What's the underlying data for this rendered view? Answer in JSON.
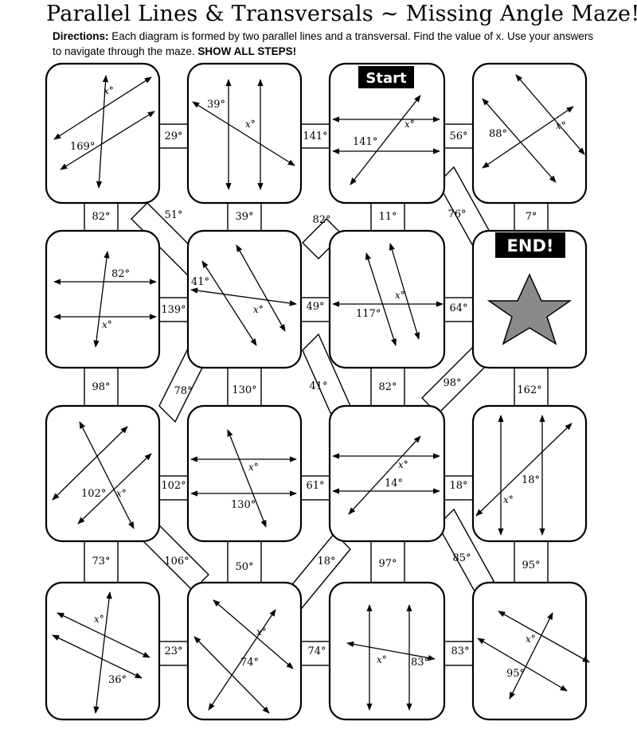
{
  "title": "Parallel Lines & Transversals ~ Missing Angle Maze!",
  "directions_label": "Directions:",
  "directions_text": "Each diagram is formed by two parallel lines and a transversal. Find the value of x. Use your answers to navigate through the maze.",
  "show_steps": "SHOW ALL STEPS!",
  "start_label": "Start",
  "end_label": "END!",
  "x_label": "x°",
  "cells": {
    "r1c1": [
      "169°"
    ],
    "r1c2": [
      "39°"
    ],
    "r1c3": [
      "141°"
    ],
    "r1c4": [
      "88°"
    ],
    "r2c1": [
      "82°"
    ],
    "r2c2": [
      "41°"
    ],
    "r2c3": [
      "117°"
    ],
    "r3c1": [
      "102°"
    ],
    "r3c2": [
      "130°"
    ],
    "r3c3": [
      "14°"
    ],
    "r3c4": [
      "18°"
    ],
    "r4c1": [
      "36°"
    ],
    "r4c2": [
      "74°"
    ],
    "r4c3": [
      "83°"
    ],
    "r4c4": [
      "95°"
    ]
  },
  "connectors": {
    "h_r1": [
      "29°",
      "141°",
      "56°"
    ],
    "v_r12": [
      "82°",
      "39°",
      "11°",
      "7°"
    ],
    "d_r12": [
      "51°",
      "82°",
      "76°"
    ],
    "h_r2": [
      "139°",
      "49°",
      "64°"
    ],
    "v_r23": [
      "98°",
      "130°",
      "82°",
      "162°"
    ],
    "d_r23": [
      "78°",
      "41°",
      "98°"
    ],
    "h_r3": [
      "102°",
      "61°",
      "18°"
    ],
    "v_r34": [
      "73°",
      "50°",
      "97°",
      "95°"
    ],
    "d_r34": [
      "106°",
      "18°",
      "85°"
    ],
    "h_r4": [
      "23°",
      "74°",
      "83°"
    ]
  }
}
